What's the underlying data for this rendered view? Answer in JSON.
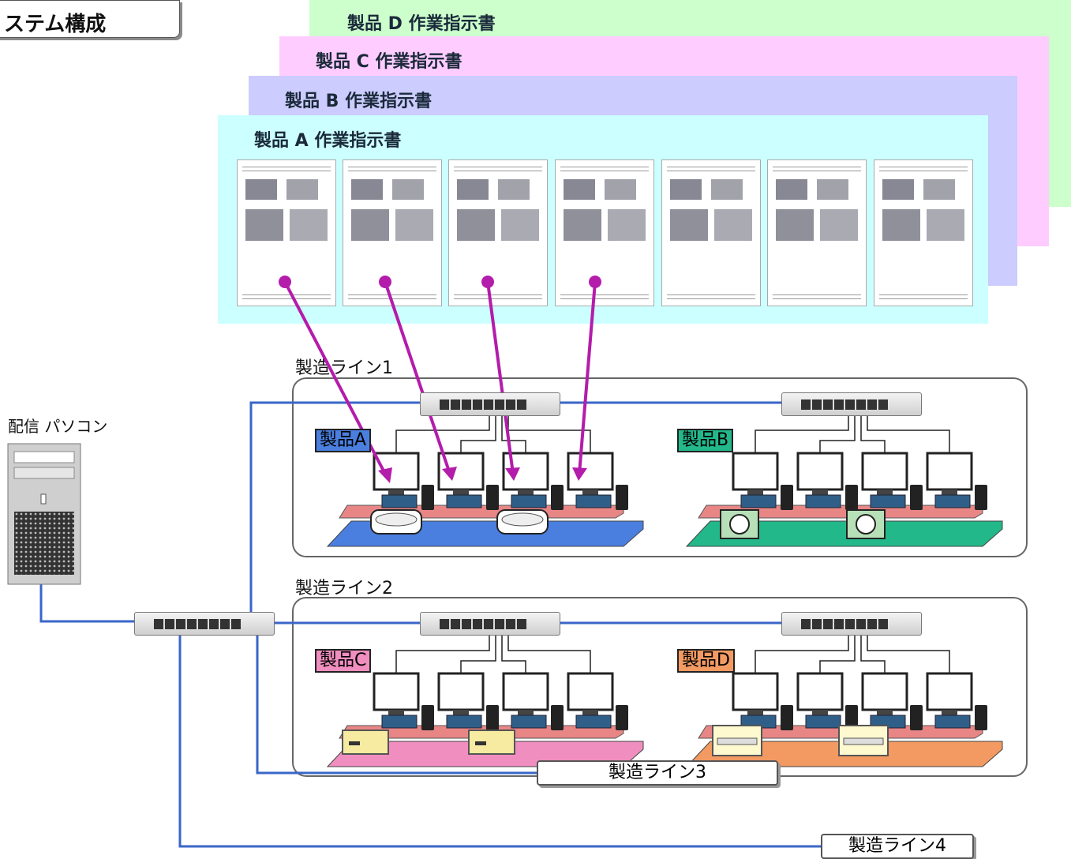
{
  "header": {
    "title": "ステム構成"
  },
  "sheets": [
    {
      "title": "製品 D 作業指示書",
      "color": "#ccffcc"
    },
    {
      "title": "製品 C 作業指示書",
      "color": "#ffccff"
    },
    {
      "title": "製品 B 作業指示書",
      "color": "#ccccff"
    },
    {
      "title": "製品 A 作業指示書",
      "color": "#ccffff"
    }
  ],
  "distribution_pc": {
    "label": "配信 パソコン"
  },
  "lines": [
    {
      "label": "製造ライン1",
      "products": [
        {
          "name": "製品A",
          "color": "#4a7fe0"
        },
        {
          "name": "製品B",
          "color": "#22b88a"
        }
      ]
    },
    {
      "label": "製造ライン2",
      "products": [
        {
          "name": "製品C",
          "color": "#f08ec0"
        },
        {
          "name": "製品D",
          "color": "#f29a62"
        }
      ]
    },
    {
      "label": "製造ライン3"
    },
    {
      "label": "製造ライン4"
    }
  ],
  "colors": {
    "network": "#3a66c8",
    "arrow": "#b41cab",
    "conveyor_a": "#4a7fe0",
    "conveyor_b": "#22b88a",
    "conveyor_c": "#f08ec0",
    "conveyor_d": "#f29a62",
    "shelf": "#e88686"
  }
}
